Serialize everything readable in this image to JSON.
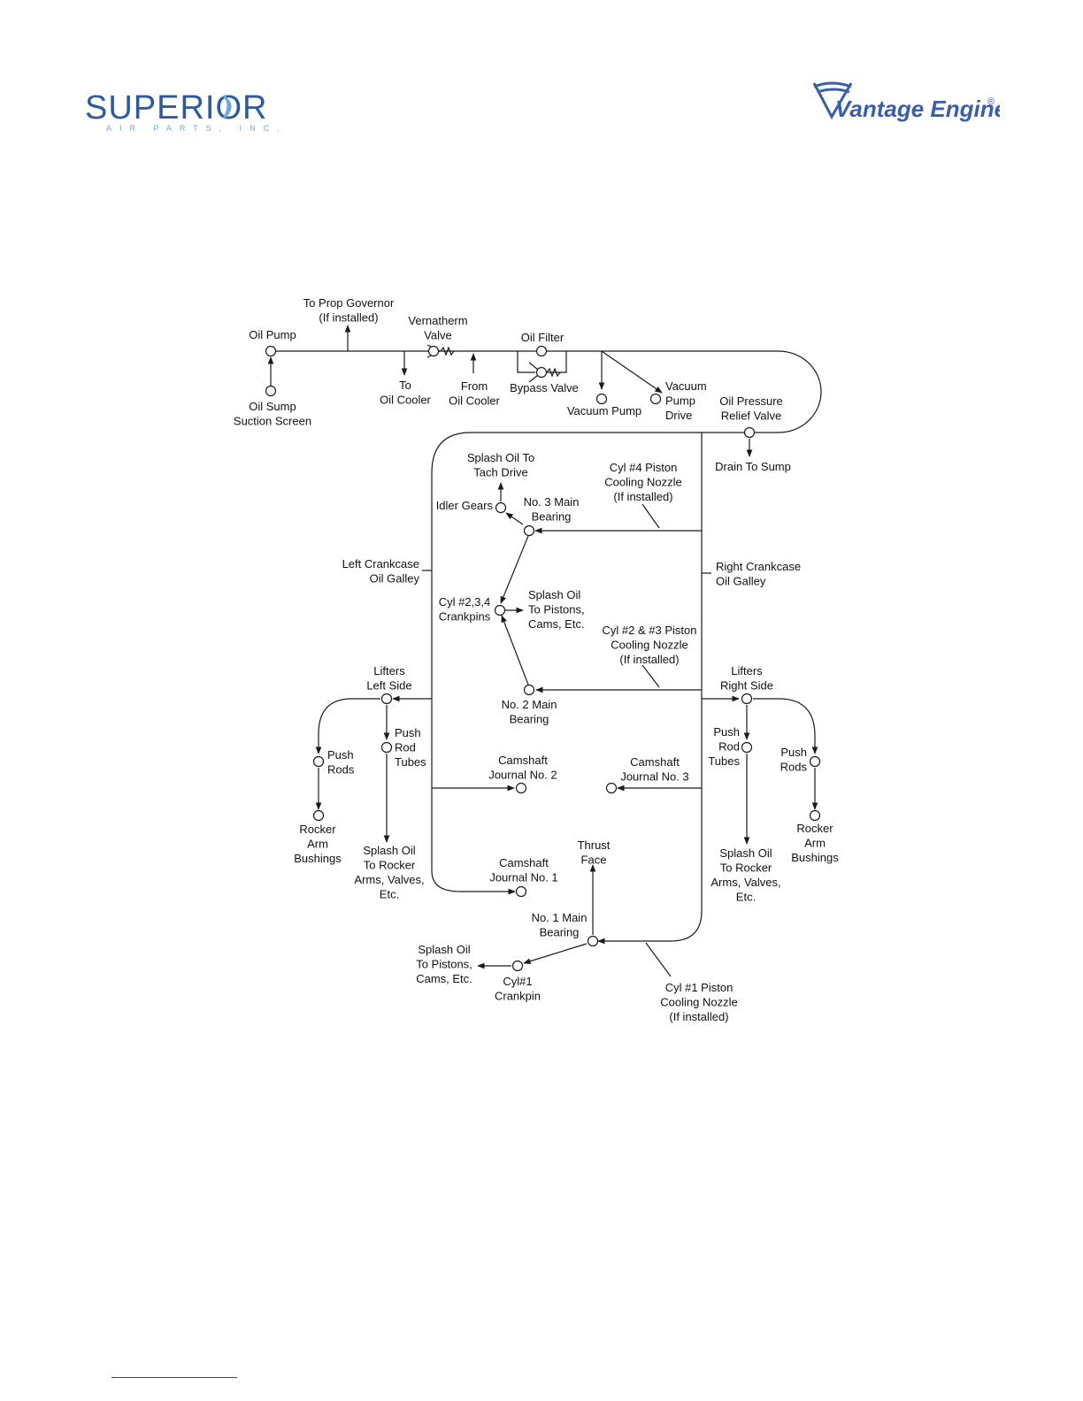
{
  "logos": {
    "left": {
      "name": "SUPERIOR",
      "tagline": "AIR PARTS, INC.",
      "color": "#2f5a9e",
      "accent": "#6aa9d8"
    },
    "right": {
      "name": "Vantage Engine",
      "mark": "®",
      "color": "#3a5fa8"
    }
  },
  "diagram": {
    "labels": {
      "prop_governor": [
        "To Prop Governor",
        "(If installed)"
      ],
      "oil_pump": [
        "Oil Pump"
      ],
      "vernatherm": [
        "Vernatherm",
        "Valve"
      ],
      "oil_filter": [
        "Oil Filter"
      ],
      "oil_sump": [
        "Oil Sump",
        "Suction Screen"
      ],
      "to_cooler": [
        "To",
        "Oil Cooler"
      ],
      "from_cooler": [
        "From",
        "Oil Cooler"
      ],
      "bypass": [
        "Bypass Valve"
      ],
      "vacuum_pump": [
        "Vacuum Pump"
      ],
      "vacuum_drive": [
        "Vacuum",
        "Pump",
        "Drive"
      ],
      "relief": [
        "Oil Pressure",
        "Relief Valve"
      ],
      "drain": [
        "Drain To Sump"
      ],
      "tach": [
        "Splash Oil To",
        "Tach Drive"
      ],
      "cyl4": [
        "Cyl #4 Piston",
        "Cooling Nozzle",
        "(If installed)"
      ],
      "idler": [
        "Idler Gears"
      ],
      "main3": [
        "No. 3 Main",
        "Bearing"
      ],
      "left_galley": [
        "Left Crankcase",
        "Oil Galley"
      ],
      "right_galley": [
        "Right Crankcase",
        "Oil Galley"
      ],
      "crankpins": [
        "Cyl #2,3,4",
        "Crankpins"
      ],
      "splash_pistons": [
        "Splash Oil",
        "To Pistons,",
        "Cams, Etc."
      ],
      "cyl23": [
        "Cyl #2 & #3 Piston",
        "Cooling Nozzle",
        "(If installed)"
      ],
      "lifters_left": [
        "Lifters",
        "Left Side"
      ],
      "lifters_right": [
        "Lifters",
        "Right Side"
      ],
      "main2": [
        "No. 2 Main",
        "Bearing"
      ],
      "push_rod_tubes_left": [
        "Push",
        "Rod",
        "Tubes"
      ],
      "push_rods_left": [
        "Push",
        "Rods"
      ],
      "push_rod_tubes_right": [
        "Push",
        "Rod",
        "Tubes"
      ],
      "push_rods_right": [
        "Push",
        "Rods"
      ],
      "cam2": [
        "Camshaft",
        "Journal No. 2"
      ],
      "cam3": [
        "Camshaft",
        "Journal No. 3"
      ],
      "rocker_left": [
        "Rocker",
        "Arm",
        "Bushings"
      ],
      "rocker_right": [
        "Rocker",
        "Arm",
        "Bushings"
      ],
      "splash_rocker_left": [
        "Splash Oil",
        "To Rocker",
        "Arms, Valves,",
        "Etc."
      ],
      "splash_rocker_right": [
        "Splash Oil",
        "To Rocker",
        "Arms, Valves,",
        "Etc."
      ],
      "thrust": [
        "Thrust",
        "Face"
      ],
      "cam1": [
        "Camshaft",
        "Journal No. 1"
      ],
      "main1": [
        "No. 1 Main",
        "Bearing"
      ],
      "splash_pistons_bottom": [
        "Splash Oil",
        "To Pistons,",
        "Cams, Etc."
      ],
      "cyl1_crankpin": [
        "Cyl#1",
        "Crankpin"
      ],
      "cyl1_nozzle": [
        "Cyl #1 Piston",
        "Cooling Nozzle",
        "(If installed)"
      ]
    }
  }
}
